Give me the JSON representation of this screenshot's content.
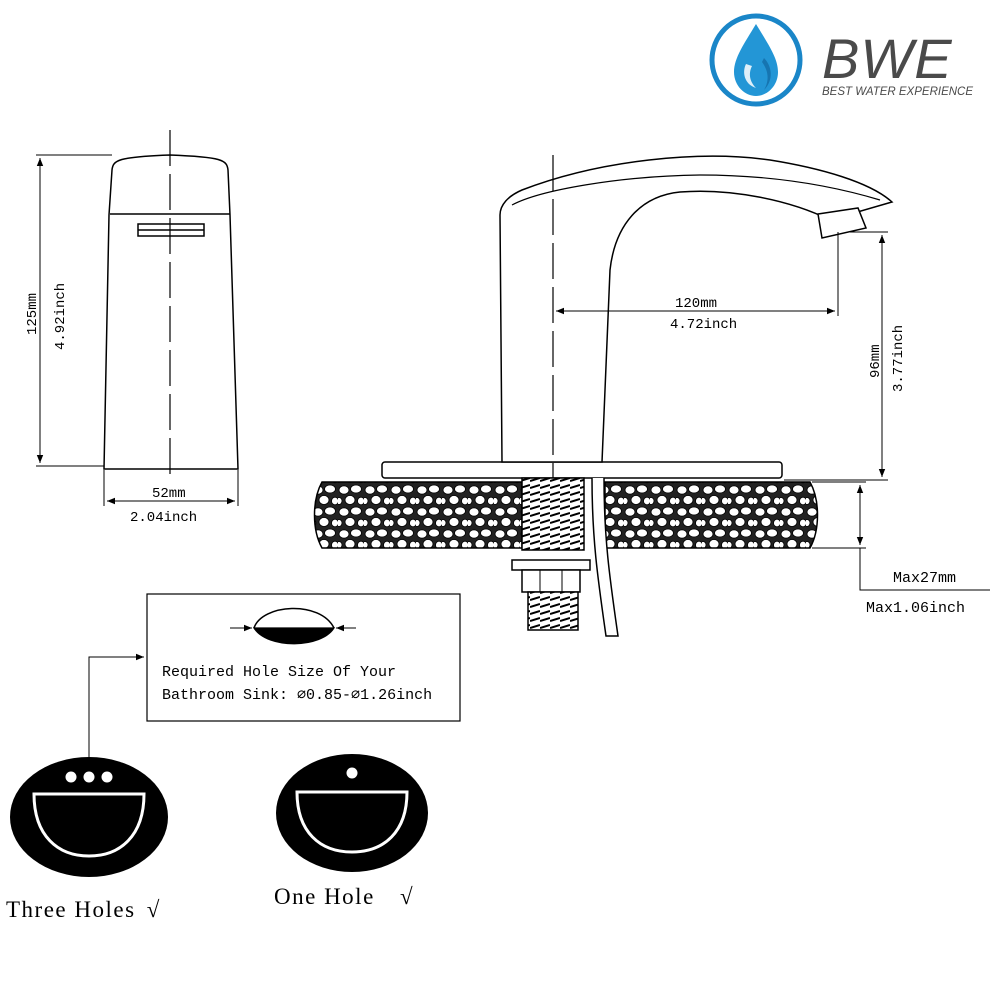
{
  "logo": {
    "brand": "BWE",
    "tagline": "BEST WATER EXPERIENCE",
    "brand_color": "#1a86c8",
    "text_color": "#4a4a4a"
  },
  "front_view": {
    "height_mm": "125mm",
    "height_inch": "4.92inch",
    "width_mm": "52mm",
    "width_inch": "2.04inch"
  },
  "side_view": {
    "reach_mm": "120mm",
    "reach_inch": "4.72inch",
    "spout_height_mm": "96mm",
    "spout_height_inch": "3.77inch",
    "max_thickness_mm": "Max27mm",
    "max_thickness_inch": "Max1.06inch"
  },
  "hole_note": {
    "line1": "Required Hole Size Of Your",
    "line2": "Bathroom Sink: ⌀0.85-⌀1.26inch"
  },
  "sinks": {
    "three_holes_label": "Three Holes",
    "one_hole_label": "One Hole",
    "check_mark": "√"
  }
}
